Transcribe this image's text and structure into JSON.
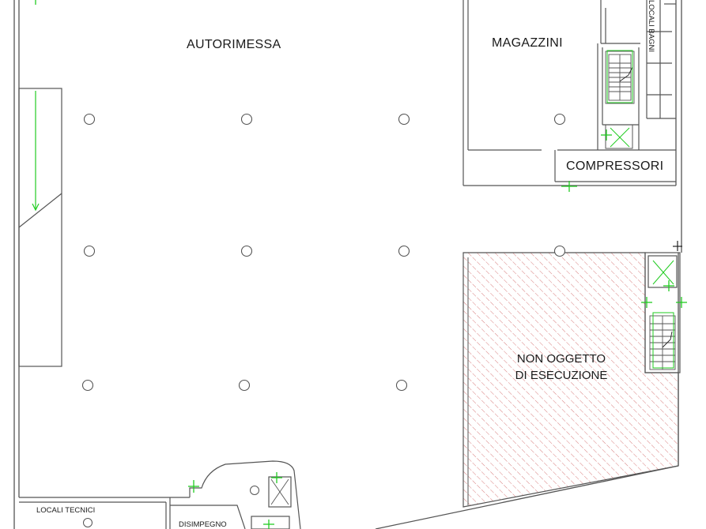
{
  "rooms": {
    "autorimessa": "AUTORIMESSA",
    "magazzini": "MAGAZZINI",
    "compressori": "COMPRESSORI",
    "locali_bagni": "LOCALI BAGNI",
    "non_oggetto_line1": "NON OGGETTO",
    "non_oggetto_line2": "DI ESECUZIONE",
    "locali_tecnici": "LOCALI TECNICI",
    "disimpegno": "DISIMPEGNO"
  },
  "colors": {
    "wall": "#555555",
    "hatch": "#d98080",
    "door_marker": "#22cc22",
    "background": "#ffffff"
  },
  "icons": [
    "column-icon",
    "stair-icon",
    "elevator-icon",
    "door-marker-icon",
    "ramp-icon"
  ]
}
